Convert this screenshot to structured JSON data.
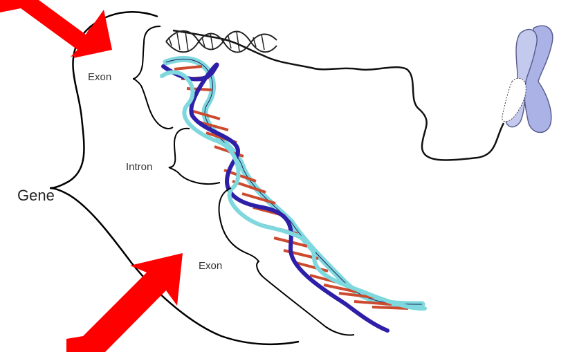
{
  "labels": {
    "gene": "Gene",
    "exon_top": "Exon",
    "intron": "Intron",
    "exon_bottom": "Exon"
  },
  "icons": [
    "dna-double-helix-icon",
    "chromosome-icon",
    "red-arrow-icon"
  ],
  "colors": {
    "arrow": "#ff0000",
    "strand_dark": "#2e1fa8",
    "strand_light": "#7fd8de",
    "base_pairs": "#cc4a2e",
    "brace": "#000000",
    "chromosome": "#aab2e6"
  }
}
